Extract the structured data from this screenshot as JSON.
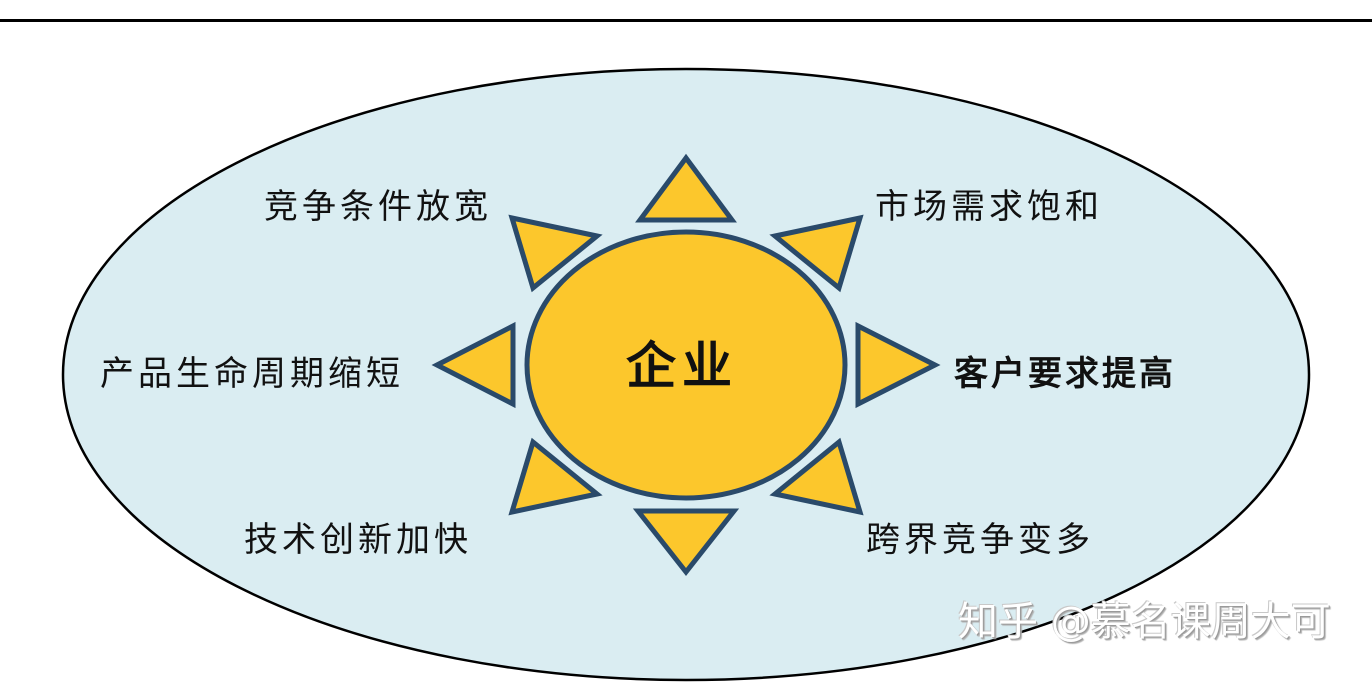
{
  "diagram": {
    "title": "",
    "center": {
      "label": "企业",
      "fill": "#FCC72C",
      "stroke": "#2A4A6A"
    },
    "background_ellipse": {
      "fill": "#DAEDF2",
      "stroke": "#000000"
    },
    "rays": {
      "fill": "#FCC72C",
      "stroke": "#2A4A6A",
      "count": 8
    },
    "factors": [
      {
        "id": "top-left",
        "label": "竞争条件放宽",
        "bold": false
      },
      {
        "id": "top-right",
        "label": "市场需求饱和",
        "bold": false
      },
      {
        "id": "middle-left",
        "label": "产品生命周期缩短",
        "bold": false
      },
      {
        "id": "middle-right",
        "label": "客户要求提高",
        "bold": true
      },
      {
        "id": "bottom-left",
        "label": "技术创新加快",
        "bold": false
      },
      {
        "id": "bottom-right",
        "label": "跨界竞争变多",
        "bold": false
      }
    ]
  },
  "watermark": "知乎 @慕名课周大可"
}
